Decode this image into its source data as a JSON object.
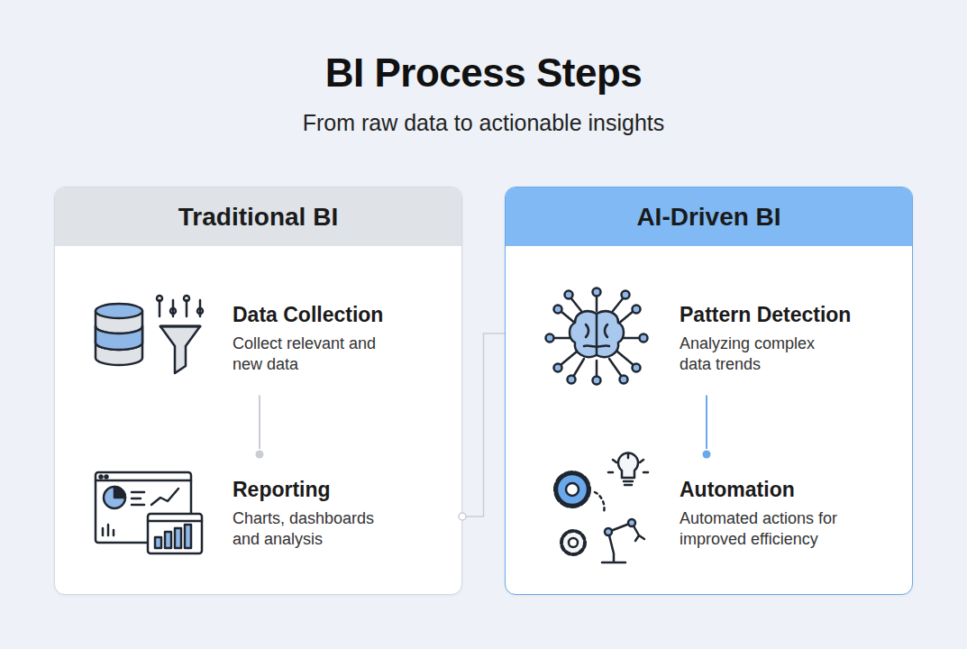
{
  "diagram": {
    "title": "BI Process Steps",
    "caption": "From raw data to actionable insights",
    "nodes": [
      {
        "text": [
          "Traditional BI"
        ]
      },
      {
        "text": [
          "Data Collection",
          "Collect relevant and new data"
        ],
        "in": 0
      },
      {
        "text": [
          "Reporting",
          "Charts, dashboards and analysis"
        ],
        "in": 0
      },
      {
        "text": [
          "AI-Driven BI"
        ]
      },
      {
        "text": [
          "Pattern Detection",
          "Analyzing complex data trends"
        ],
        "in": 3
      },
      {
        "text": [
          "Automation",
          "Automated actions for improved efficiency"
        ],
        "in": 3
      }
    ],
    "edges": [
      {
        "from": 1,
        "to": 2,
        "arrow": "none"
      },
      {
        "from": 4,
        "to": 5,
        "arrow": "none"
      },
      {
        "from": 0,
        "to": 3,
        "arrow": "none"
      }
    ]
  }
}
